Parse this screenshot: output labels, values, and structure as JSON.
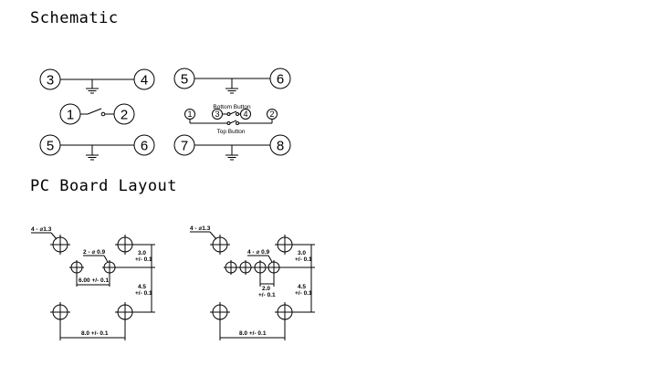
{
  "headings": {
    "schematic": "Schematic",
    "pcb": "PC Board Layout"
  },
  "schematic_left": {
    "top_pins": [
      "3",
      "4"
    ],
    "switch_pins": [
      "1",
      "2"
    ],
    "bottom_pins": [
      "5",
      "6"
    ]
  },
  "schematic_right": {
    "top_pins": [
      "5",
      "6"
    ],
    "mid_pins": [
      "1",
      "3",
      "4",
      "2"
    ],
    "bottom_button_label": "Bottom Button",
    "top_button_label": "Top Button",
    "bottom_pins": [
      "7",
      "8"
    ]
  },
  "pcb_left": {
    "hole_label": "4 - ⌀1.3",
    "pin_label": "2 - ⌀ 0.9",
    "dim_6": "6.00 +/- 0.1",
    "dim_3_value": "3.0",
    "dim_3_tol": "+/- 0.1",
    "dim_45_value": "4.5",
    "dim_45_tol": "+/- 0.1",
    "dim_8": "8.0 +/- 0.1"
  },
  "pcb_right": {
    "hole_label": "4 - ⌀1.3",
    "pin_label": "4 - ⌀ 0.9",
    "dim_2_value": "2.0",
    "dim_2_tol": "+/- 0.1",
    "dim_3_value": "3.0",
    "dim_3_tol": "+/- 0.1",
    "dim_45_value": "4.5",
    "dim_45_tol": "+/- 0.1",
    "dim_8": "8.0 +/- 0.1"
  }
}
